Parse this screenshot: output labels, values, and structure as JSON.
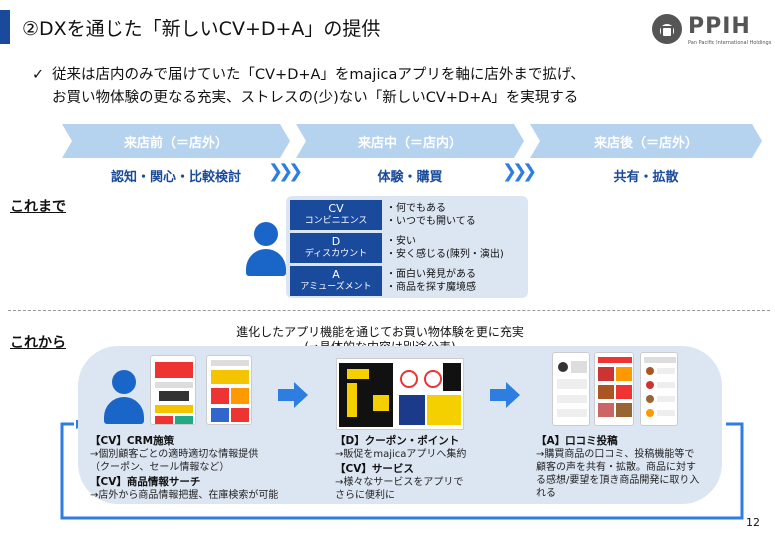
{
  "title": "②DXを通じた「新しいCV+D+A」の提供",
  "logo": {
    "text": "PPIH",
    "sub": "Pan Pacific International Holdings"
  },
  "summary": {
    "check": "✓",
    "line1": "従来は店内のみで届けていた「CV+D+A」をmajicaアプリを軸に店外まで拡げ、",
    "line2": "お買い物体験の更なる充実、ストレスの(少)ない「新しいCV+D+A」を実現する"
  },
  "stages": [
    {
      "label": "来店前（＝店外）",
      "sub": "認知・関心・比較検討"
    },
    {
      "label": "来店中（＝店内）",
      "sub": "体験・購買"
    },
    {
      "label": "来店後（＝店外）",
      "sub": "共有・拡散"
    }
  ],
  "chevrons": "❯❯❯",
  "past": {
    "label": "これまで",
    "rows": [
      {
        "abbr": "CV",
        "name": "コンビニエンス",
        "points": [
          "・何でもある",
          "・いつでも開いてる"
        ]
      },
      {
        "abbr": "D",
        "name": "ディスカウント",
        "points": [
          "・安い",
          "・安く感じる(陳列・演出)"
        ]
      },
      {
        "abbr": "A",
        "name": "アミューズメント",
        "points": [
          "・面白い発見がある",
          "・商品を探す魔境感"
        ]
      }
    ]
  },
  "future": {
    "label": "これから",
    "head1": "進化したアプリ機能を通じてお買い物体験を更に充実",
    "head2": "(⇒具体的な内容は別途公表)",
    "blocks": [
      {
        "t1": "【CV】CRM施策",
        "l1": "→個別顧客ごとの適時適切な情報提供",
        "l2": "（クーポン、セール情報など）",
        "t2": "【CV】商品情報サーチ",
        "l3": "→店外から商品情報把握、在庫検索が可能"
      },
      {
        "t1": "【D】クーポン・ポイント",
        "l1": "→販促をmajicaアプリへ集約",
        "t2": "【CV】サービス",
        "l2": "→様々なサービスをアプリで",
        "l3": "さらに便利に"
      },
      {
        "t1": "【A】口コミ投稿",
        "l1": "→購買商品の口コミ、投稿機能等で",
        "l2": "顧客の声を共有・拡散。商品に対す",
        "l3": "る感想/要望を頂き商品開発に取り入",
        "l4": "れる"
      }
    ]
  },
  "page_number": "12",
  "colors": {
    "navy": "#1a4a9c",
    "accent": "#2d7ee0",
    "stage": "#b5d2ef",
    "panel": "#dce6f2"
  }
}
